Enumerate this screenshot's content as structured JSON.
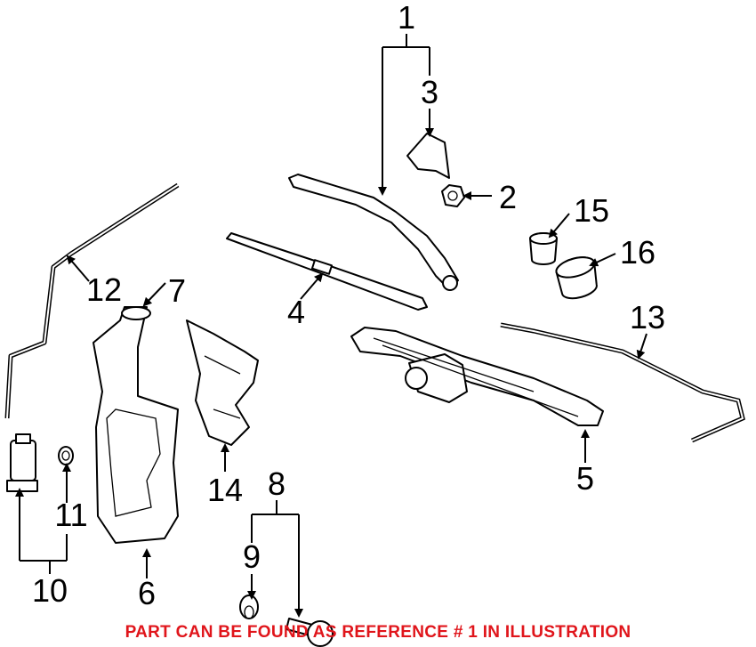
{
  "diagram": {
    "callouts": {
      "c1": "1",
      "c2": "2",
      "c3": "3",
      "c4": "4",
      "c5": "5",
      "c6": "6",
      "c7": "7",
      "c8": "8",
      "c9": "9",
      "c10": "10",
      "c11": "11",
      "c12": "12",
      "c13": "13",
      "c14": "14",
      "c15": "15",
      "c16": "16"
    },
    "note": "PART CAN BE FOUND AS REFERENCE # 1 IN ILLUSTRATION",
    "note_color": "#e0151b"
  }
}
